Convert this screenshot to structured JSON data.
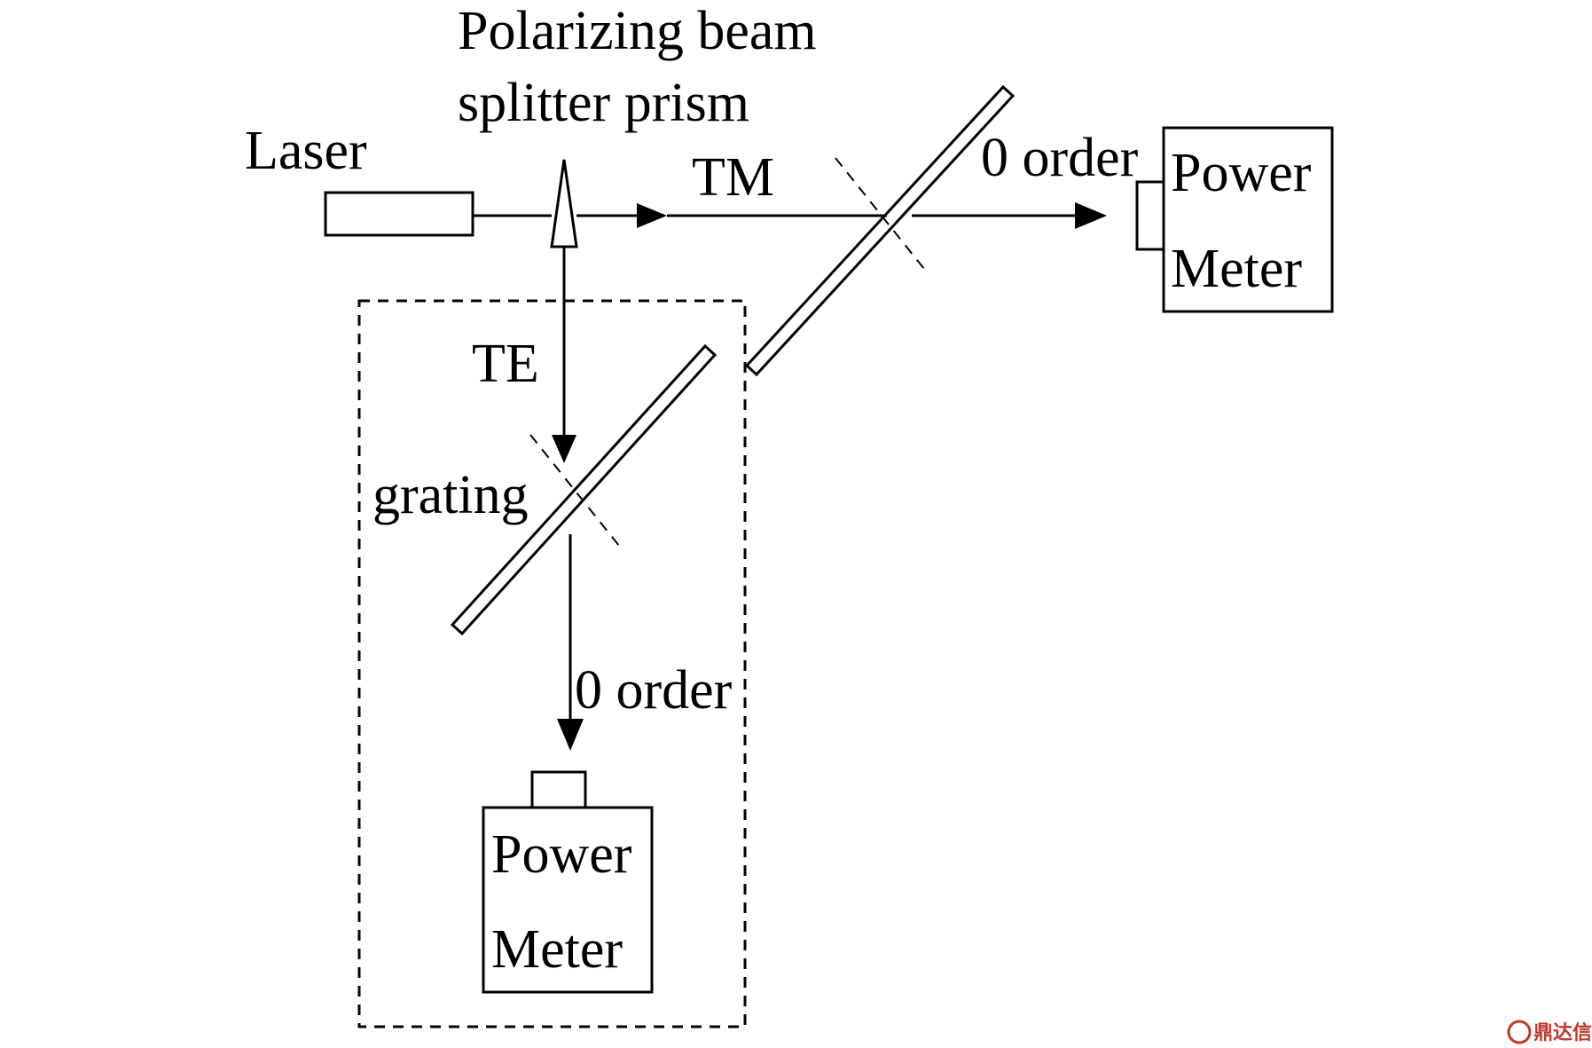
{
  "labels": {
    "laser": "Laser",
    "prism_line1": "Polarizing beam",
    "prism_line2": "splitter prism",
    "tm": "TM",
    "te": "TE",
    "grating": "grating",
    "order_right": "0 order",
    "order_bottom": "0 order",
    "power_right_line1": "Power",
    "power_right_line2": "Meter",
    "power_bottom_line1": "Power",
    "power_bottom_line2": "Meter"
  },
  "watermark": "鼎达信",
  "colors": {
    "ink": "#000000",
    "watermark": "#c0392b"
  }
}
